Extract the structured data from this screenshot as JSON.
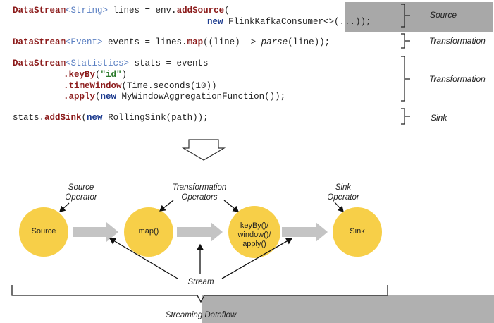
{
  "code": {
    "line1_a": "DataStream",
    "line1_b": "<String>",
    "line1_c": " lines = env.",
    "line1_d": "addSource",
    "line1_e": "(",
    "line2_a": "new",
    "line2_b": " FlinkKafkaConsumer<>(...));",
    "line3_a": "DataStream",
    "line3_b": "<Event>",
    "line3_c": " events = lines.",
    "line3_d": "map",
    "line3_e": "((line) -> ",
    "line3_f": "parse",
    "line3_g": "(line));",
    "line4_a": "DataStream",
    "line4_b": "<Statistics>",
    "line4_c": " stats = events",
    "line5_a": ".keyBy",
    "line5_b": "(",
    "line5_c": "\"id\"",
    "line5_d": ")",
    "line6_a": ".timeWindow",
    "line6_b": "(Time.seconds(10))",
    "line7_a": ".apply",
    "line7_b": "(",
    "line7_c": "new",
    "line7_d": " MyWindowAggregationFunction());",
    "line8_a": "stats.",
    "line8_b": "addSink",
    "line8_c": "(",
    "line8_d": "new",
    "line8_e": " RollingSink(path));"
  },
  "brace_labels": {
    "source": "Source",
    "transformation1": "Transformation",
    "transformation2": "Transformation",
    "sink": "Sink"
  },
  "nodes": {
    "source": "Source",
    "map": "map()",
    "keyby_line1": "keyBy()/",
    "keyby_line2": "window()/",
    "keyby_line3": "apply()",
    "sink": "Sink"
  },
  "captions": {
    "source_op_1": "Source",
    "source_op_2": "Operator",
    "transform_op_1": "Transformation",
    "transform_op_2": "Operators",
    "sink_op_1": "Sink",
    "sink_op_2": "Operator",
    "stream": "Stream",
    "dataflow": "Streaming Dataflow"
  },
  "colors": {
    "node_fill": "#f7cf48",
    "arrow_gray": "#c4c4c4"
  }
}
